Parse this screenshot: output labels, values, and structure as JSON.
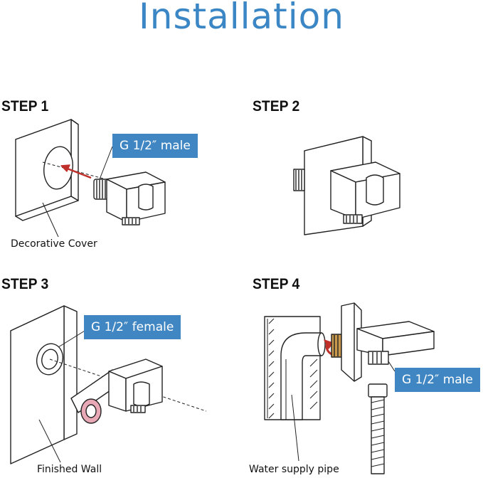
{
  "title": "Installation",
  "steps": [
    {
      "label": "STEP 1",
      "callout": "G 1/2″ male",
      "caption": "Decorative Cover"
    },
    {
      "label": "STEP 2"
    },
    {
      "label": "STEP 3",
      "callout": "G 1/2″ female",
      "caption": "Finished Wall"
    },
    {
      "label": "STEP 4",
      "callout": "G 1/2″ male",
      "caption": "Water supply pipe"
    }
  ],
  "colors": {
    "accent": "#3f86c2",
    "title": "#3b86c4",
    "arrow": "#c0302a",
    "brass": "#c99a4e",
    "washer": "#e8a8b6"
  }
}
